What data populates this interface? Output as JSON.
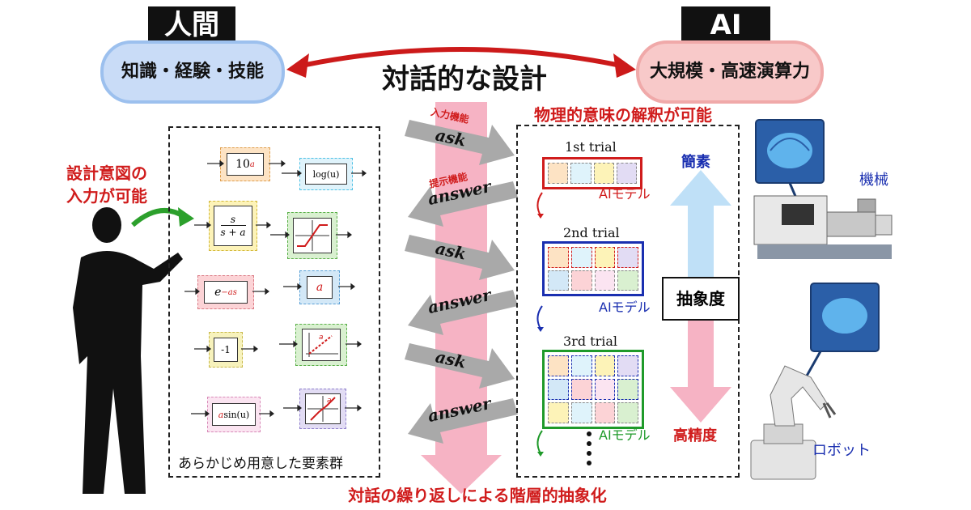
{
  "header": {
    "human_tag": "人間",
    "ai_tag": "AI",
    "human_pill": "知識・経験・技能",
    "ai_pill": "大規模・高速演算力",
    "center_title": "対話的な設計"
  },
  "left": {
    "intent_line1": "設計意図の",
    "intent_line2": "入力が可能",
    "box_caption": "あらかじめ用意した要素群",
    "blocks": [
      "10",
      "a",
      "log(u)",
      "s",
      "s + a",
      "e",
      "−as",
      "a",
      "-1",
      "a",
      "sin(u)",
      "a",
      "a"
    ]
  },
  "middle": {
    "input_func": "入力機能",
    "present_func": "提示機能",
    "arrows": [
      "ask",
      "answer",
      "ask",
      "answer",
      "ask",
      "answer"
    ],
    "bottom_caption": "対話の繰り返しによる階層的抽象化"
  },
  "right": {
    "top_caption": "物理的意味の解釈が可能",
    "trials": [
      "1st trial",
      "2nd trial",
      "3rd trial"
    ],
    "ai_model": "AIモデル",
    "simple": "簡素",
    "abstraction": "抽象度",
    "precision": "高精度",
    "machine": "機械",
    "robot": "ロボット"
  },
  "colors": {
    "red": "#d01c1c",
    "blue": "#1a2fb0",
    "green": "#1f9a2a",
    "pill_human": "#c9dcf7",
    "pill_ai": "#f8c9c9",
    "pink_band": "#f6b3c4"
  }
}
